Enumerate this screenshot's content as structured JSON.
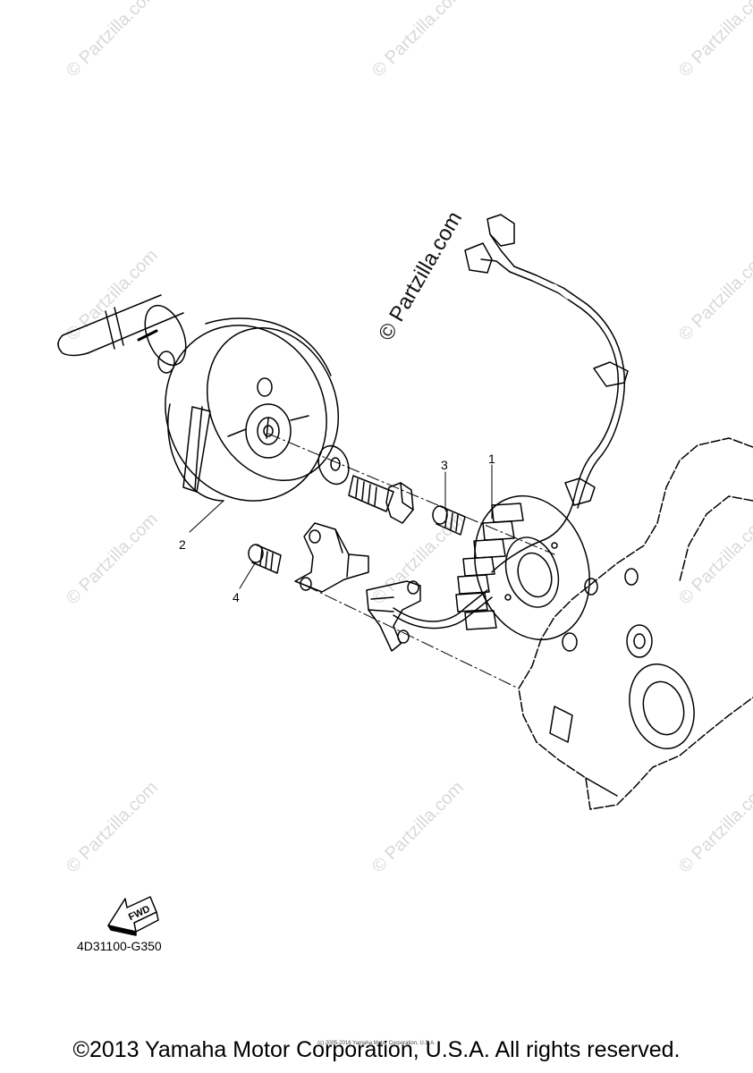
{
  "watermark": {
    "text": "© Partzilla.com",
    "center_text": "© Partzilla.com"
  },
  "callouts": {
    "part1": "1",
    "part2": "2",
    "part3": "3",
    "part4": "4"
  },
  "fwd_label": "FWD",
  "diagram_code": "4D31100-G350",
  "copyright": "©2013 Yamaha Motor Corporation, U.S.A. All rights reserved.",
  "tiny_copyright": "(c) 2005-2016 Yamaha Motor Corporation, U.S.A."
}
